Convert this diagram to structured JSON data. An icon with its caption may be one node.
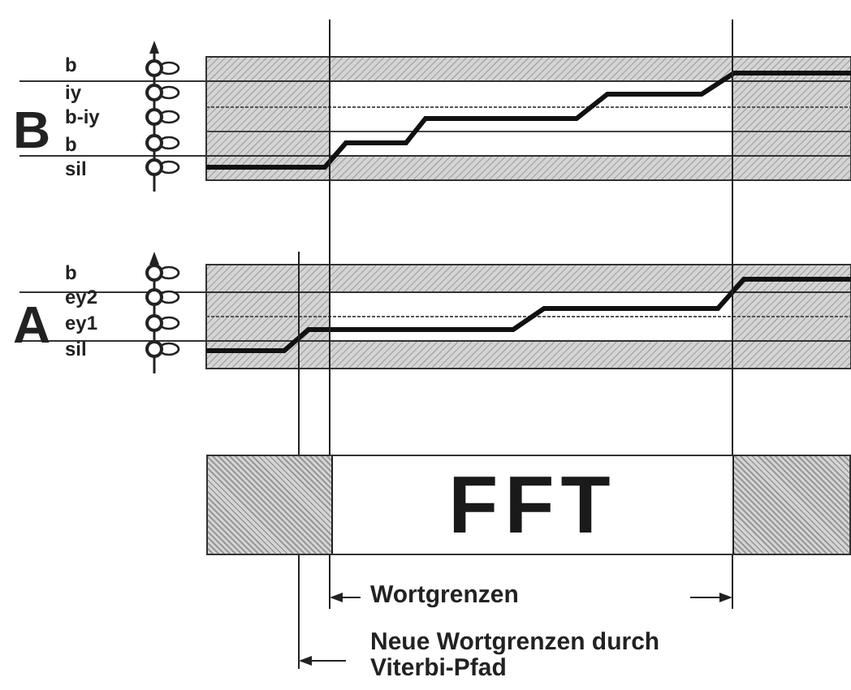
{
  "diagram": {
    "nodes": [
      {
        "text": [
          "FFT"
        ]
      }
    ],
    "edges": [],
    "labels": [
      "b",
      "iy",
      "B",
      "b-iy",
      "b",
      "sil",
      "b",
      "ey2",
      "A",
      "ey1",
      "sil",
      "Wortgrenzen",
      "Neue Wortgrenzen durch Viterbi-Pfad"
    ]
  }
}
